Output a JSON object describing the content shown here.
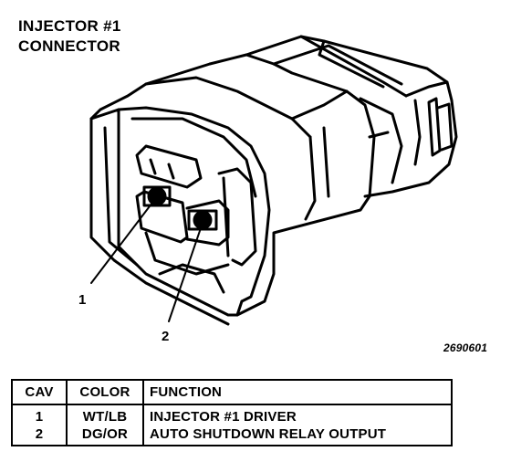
{
  "title": {
    "line1": "INJECTOR #1",
    "line2": "CONNECTOR"
  },
  "callouts": [
    "1",
    "2"
  ],
  "figure_id": "2690601",
  "table": {
    "headers": [
      "CAV",
      "COLOR",
      "FUNCTION"
    ],
    "rows": [
      {
        "cav": "1",
        "color": "WT/LB",
        "function": "INJECTOR #1 DRIVER"
      },
      {
        "cav": "2",
        "color": "DG/OR",
        "function": "AUTO SHUTDOWN RELAY OUTPUT"
      }
    ]
  }
}
